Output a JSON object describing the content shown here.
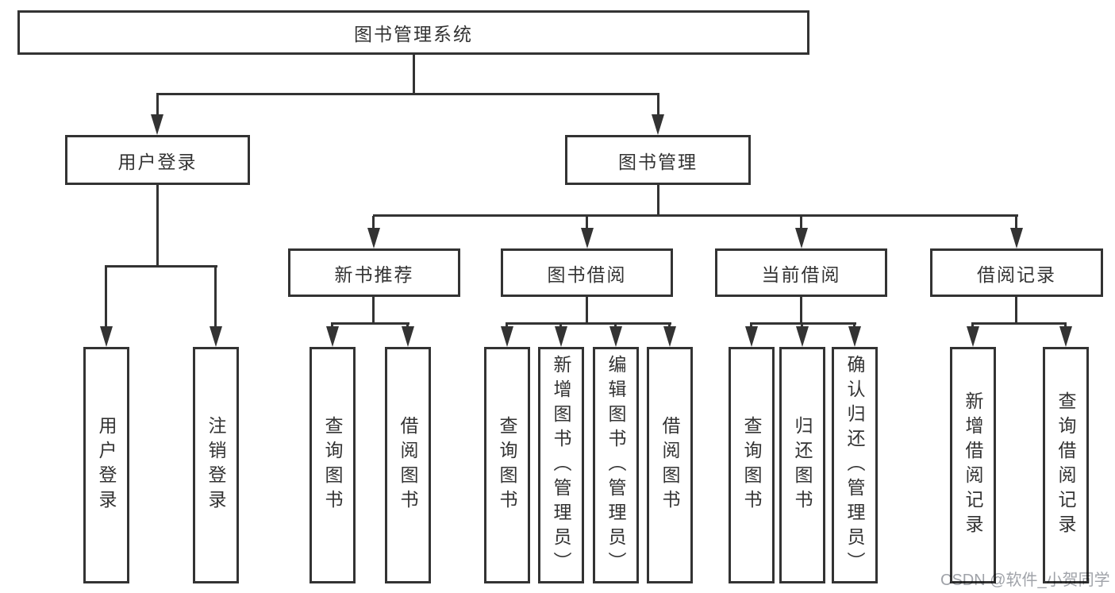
{
  "diagram_title": "图书管理系统",
  "colors": {
    "ink": "#333333",
    "background": "#ffffff",
    "watermark_gray": "#a0a3a9"
  },
  "watermark": {
    "text": "CSDN @软件_小贺同学"
  },
  "tree": {
    "label": "图书管理系统",
    "children": [
      {
        "label": "用户登录",
        "children": [
          {
            "label": "用户登录"
          },
          {
            "label": "注销登录"
          }
        ]
      },
      {
        "label": "图书管理",
        "children": [
          {
            "label": "新书推荐",
            "children": [
              {
                "label": "查询图书"
              },
              {
                "label": "借阅图书"
              }
            ]
          },
          {
            "label": "图书借阅",
            "children": [
              {
                "label": "查询图书"
              },
              {
                "label": "新增图书（管理员）"
              },
              {
                "label": "编辑图书（管理员）"
              },
              {
                "label": "借阅图书"
              }
            ]
          },
          {
            "label": "当前借阅",
            "children": [
              {
                "label": "查询图书"
              },
              {
                "label": "归还图书"
              },
              {
                "label": "确认归还（管理员）"
              }
            ]
          },
          {
            "label": "借阅记录",
            "children": [
              {
                "label": "新增借阅记录"
              },
              {
                "label": "查询借阅记录"
              }
            ]
          }
        ]
      }
    ]
  }
}
